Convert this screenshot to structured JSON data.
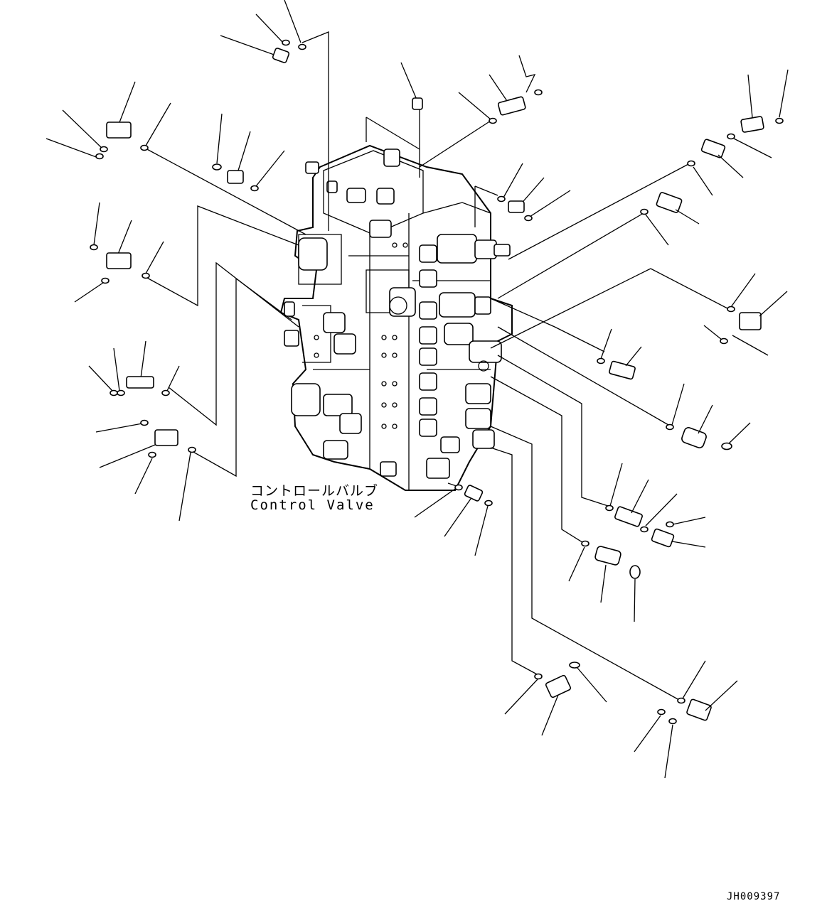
{
  "drawing": {
    "component_label_ja": "コントロールバルブ",
    "component_label_en": "Control Valve",
    "drawing_id": "JH009397"
  },
  "icons": {
    "valve_body": "control-valve-body",
    "fitting": "hydraulic-fitting",
    "o_ring": "o-ring",
    "elbow": "elbow-fitting"
  }
}
